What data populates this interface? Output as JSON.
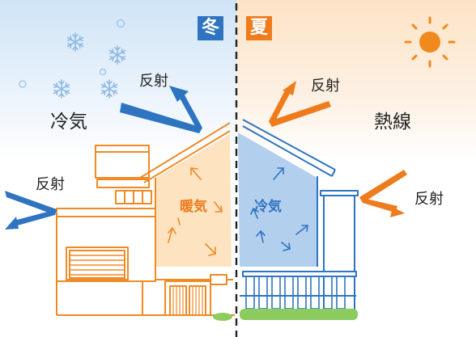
{
  "colors": {
    "winter": "#2F74C0",
    "summer": "#EE7B1C",
    "house_orange": "#F08A24",
    "interior_warm": "#FDE3C0",
    "interior_cool": "#B3CFEE",
    "hedge": "#8CCB5E"
  },
  "winter": {
    "badge": "冬",
    "air_label": "冷気",
    "reflect_top_label": "反射",
    "reflect_side_label": "反射",
    "interior_label": "暖気"
  },
  "summer": {
    "badge": "夏",
    "heat_label": "熱線",
    "reflect_top_label": "反射",
    "reflect_side_label": "反射",
    "interior_label": "冷気"
  },
  "icons": [
    "snowflake-icon",
    "sun-icon"
  ]
}
